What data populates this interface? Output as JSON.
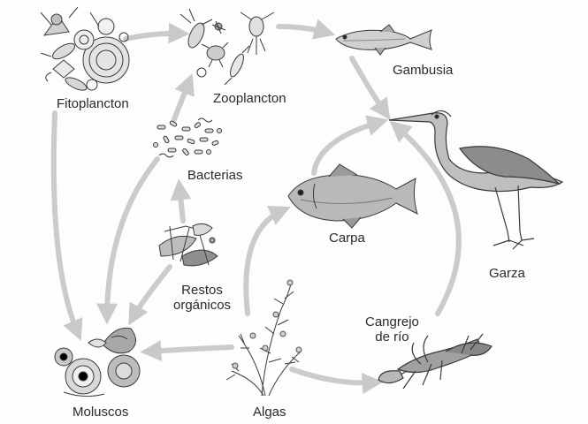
{
  "organisms": {
    "fitoplancton": "Fitoplancton",
    "zooplancton": "Zooplancton",
    "gambusia": "Gambusia",
    "bacterias": "Bacterias",
    "garza": "Garza",
    "carpa": "Carpa",
    "restos_line1": "Restos",
    "restos_line2": "orgánicos",
    "cangrejo_line1": "Cangrejo",
    "cangrejo_line2": "de río",
    "moluscos": "Moluscos",
    "algas": "Algas"
  },
  "colors": {
    "arrow": "#c9c9c9",
    "ink": "#3a3a3a",
    "shade": "#9a9a9a",
    "light": "#e2e2e2"
  }
}
